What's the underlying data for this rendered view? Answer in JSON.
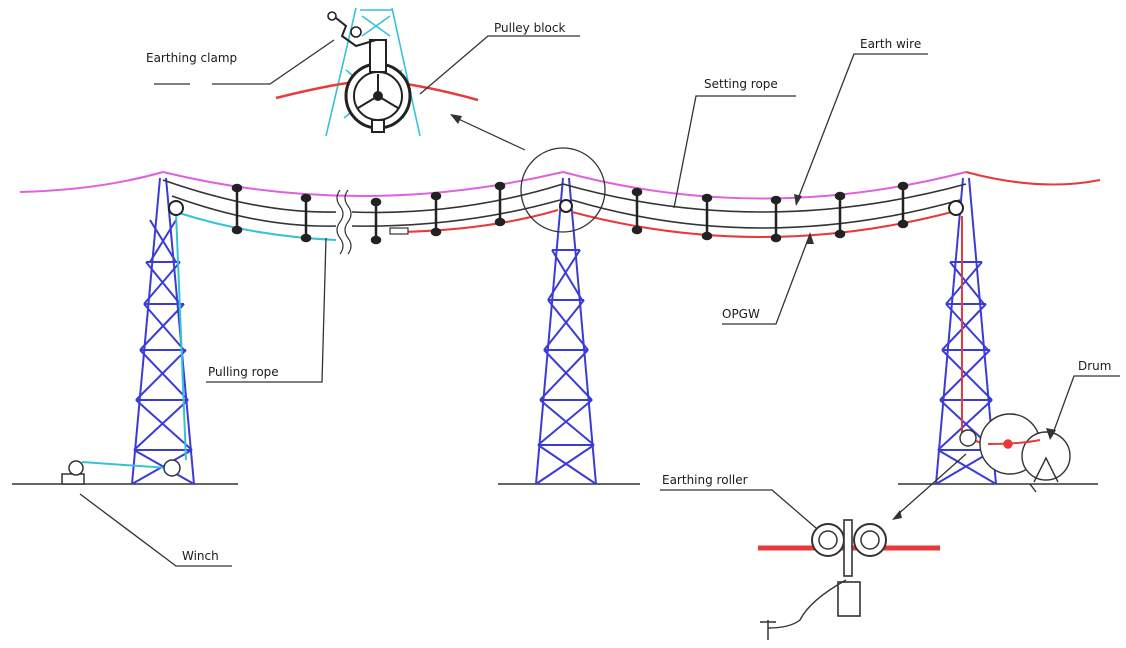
{
  "diagram": {
    "labels": {
      "earthing_clamp": "Earthing clamp",
      "pulley_block": "Pulley block",
      "earth_wire": "Earth wire",
      "setting_rope": "Setting rope",
      "opgw": "OPGW",
      "pulling_rope": "Pulling rope",
      "drum": "Drum",
      "earthing_roller": "Earthing roller",
      "winch": "Winch"
    },
    "colors": {
      "tower": "#3b3bd6",
      "earth_wire": "#e060e0",
      "opgw": "#e83a3a",
      "pulling_rope": "#34c3d6",
      "conductor": "#333333",
      "ground": "#333333"
    }
  }
}
